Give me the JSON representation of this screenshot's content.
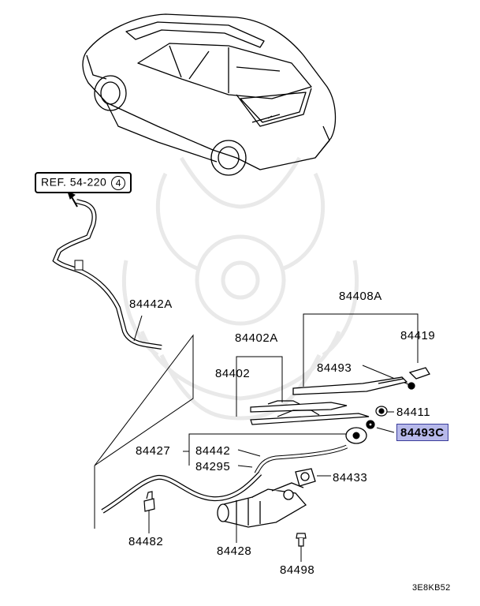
{
  "diagram": {
    "ref": {
      "text": "REF. 54-220",
      "circle": "4"
    },
    "parts": {
      "p84442A": "84442A",
      "p84408A": "84408A",
      "p84402A": "84402A",
      "p84419": "84419",
      "p84493": "84493",
      "p84402": "84402",
      "p84411": "84411",
      "p84493C": "84493C",
      "p84427": "84427",
      "p84442": "84442",
      "p84295": "84295",
      "p84433": "84433",
      "p84482": "84482",
      "p84428": "84428",
      "p84498": "84498"
    },
    "figure_code": "3E8KB52",
    "highlight_color": "#b7b9ea",
    "watermark": "samurai-helmet-logo"
  }
}
